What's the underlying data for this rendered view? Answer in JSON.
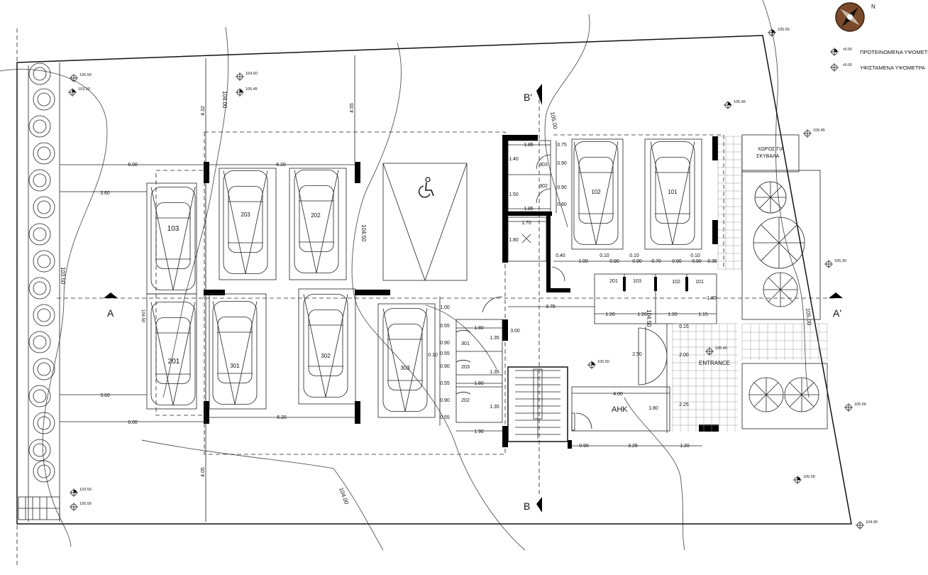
{
  "legend": {
    "proposed_level": "ΠΡΟΤΕΙΝΟΜΕΝΑ ΥΨΟΜΕΤΡΑ",
    "existing_level": "ΥΦΙΣΤΑΜΕΝΑ ΥΨΟΜΕΤΡΑ",
    "proposed_symbol_value": "±0.00",
    "existing_symbol_value": "±0.00"
  },
  "compass_label": "N",
  "sections": {
    "a": "A",
    "a_prime": "A'",
    "b": "B",
    "b_prime": "B'"
  },
  "rooms": {
    "entrance": "ENTRANCE",
    "ahk": "AHK",
    "bins_line1": "ΧΩΡΟΣ ΓΙΑ",
    "bins_line2": "ΣΚΥΒΑΛΑ"
  },
  "parking_numbers": [
    "103",
    "203",
    "202",
    "201",
    "301",
    "302",
    "303",
    "102",
    "101"
  ],
  "storage_numbers": [
    "303",
    "302",
    "301",
    "203",
    "202",
    "201",
    "103",
    "102",
    "101"
  ],
  "levels": [
    "105.50",
    "105.50",
    "103.50",
    "104.60",
    "105.45",
    "105.45",
    "105.45",
    "105.30",
    "105.00",
    "105.00",
    "105.45",
    "105.50",
    "103.50",
    "105.00",
    "104.90"
  ],
  "contours": [
    "104.00",
    "105.00",
    "104.50",
    "103.50",
    "104.50",
    "105.00",
    "104.00",
    "104.50"
  ],
  "dimensions": {
    "top_4_32": "4.32",
    "top_4_55": "4.55",
    "bottom_4_05": "4.05",
    "w6_00_top": "6.00",
    "w3_60_top": "3.60",
    "w6_20_top": "6.20",
    "w3_60_bot": "3.60",
    "w6_00_bot": "6.00",
    "w6_20_bot": "6.20",
    "d1_85a": "1.85",
    "d1_40": "1.40",
    "d1_50": "1.50",
    "d1_85b": "1.85",
    "d1_70": "1.70",
    "d1_80a": "1.80",
    "d0_75": "0.75",
    "d0_90a": "0.90",
    "d0_90b": "0.90",
    "d0_60": "0.60",
    "d0_40": "0.40",
    "d1_00a": "1.00",
    "d0_90c": "0.90",
    "d0_10a": "0.10",
    "d0_90d": "0.90",
    "d0_70": "0.70",
    "d0_90e": "0.90",
    "d0_10b": "0.10",
    "d0_90f": "0.90",
    "d0_35": "0.35",
    "d3_75": "3.75",
    "d1_20a": "1.20",
    "d1_20b": "1.20",
    "d1_20c": "1.20",
    "d1_15": "1.15",
    "d1_80b": "1.80",
    "d1_00b": "1.00",
    "d0_55a": "0.55",
    "d0_90g": "0.90",
    "d0_55b": "0.55",
    "d0_90h": "0.90",
    "d0_55c": "0.55",
    "d0_90i": "0.90",
    "d0_55d": "0.55",
    "d0_10c": "0.10",
    "d1_80c": "1.80",
    "d1_35a": "1.35",
    "d1_80d": "1.80",
    "d1_35b": "1.35",
    "d1_35c": "1.35",
    "d1_90": "1.90",
    "d3_00": "3.00",
    "d2_50": "2.50",
    "d0_15": "0.15",
    "d2_00": "2.00",
    "d4_00": "4.00",
    "d1_80e": "1.80",
    "d2_25": "2.25",
    "d0_90j": "0.90",
    "d3_25": "3.25",
    "d1_20d": "1.20"
  }
}
